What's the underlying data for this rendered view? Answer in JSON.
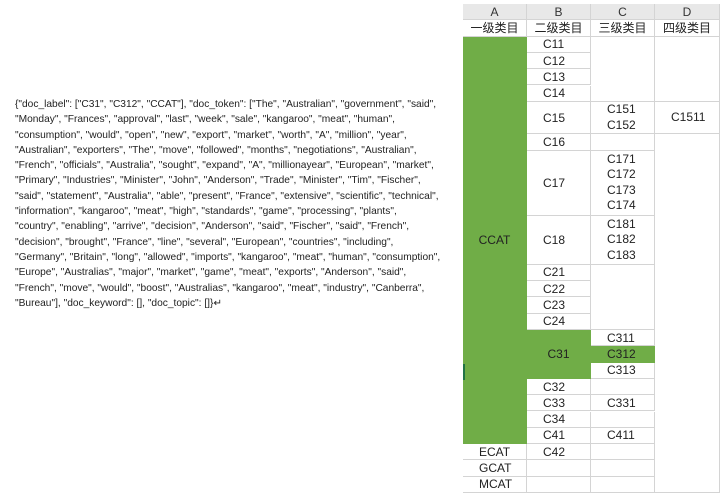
{
  "doc_text": "{\"doc_label\": [\"C31\", \"C312\", \"CCAT\"], \"doc_token\": [\"The\", \"Australian\", \"government\", \"said\", \"Monday\", \"Frances\", \"approval\", \"last\", \"week\", \"sale\", \"kangaroo\", \"meat\", \"human\", \"consumption\", \"would\", \"open\", \"new\", \"export\", \"market\", \"worth\", \"A\", \"million\", \"year\", \"Australian\", \"exporters\", \"The\", \"move\", \"followed\", \"months\", \"negotiations\", \"Australian\", \"French\", \"officials\", \"Australia\", \"sought\", \"expand\", \"A\", \"millionayear\", \"European\", \"market\", \"Primary\", \"Industries\", \"Minister\", \"John\", \"Anderson\", \"Trade\", \"Minister\", \"Tim\", \"Fischer\", \"said\", \"statement\", \"Australia\", \"able\", \"present\", \"France\", \"extensive\", \"scientific\", \"technical\", \"information\", \"kangaroo\", \"meat\", \"high\", \"standards\", \"game\", \"processing\", \"plants\", \"country\", \"enabling\", \"arrive\", \"decision\", \"Anderson\", \"said\", \"Fischer\", \"said\", \"French\", \"decision\", \"brought\", \"France\", \"line\", \"several\", \"European\", \"countries\", \"including\", \"Germany\", \"Britain\", \"long\", \"allowed\", \"imports\", \"kangaroo\", \"meat\", \"human\", \"consumption\", \"Europe\", \"Australias\", \"major\", \"market\", \"game\", \"meat\", \"exports\", \"Anderson\", \"said\", \"French\", \"move\", \"would\", \"boost\", \"Australias\", \"kangaroo\", \"meat\", \"industry\", \"Canberra\", \"Bureau\"], \"doc_keyword\": [], \"doc_topic\": []}↵",
  "spreadsheet": {
    "column_letters": [
      "A",
      "B",
      "C",
      "D"
    ],
    "headers": [
      "一级类目",
      "二级类目",
      "三级类目",
      "四级类目"
    ],
    "level1": {
      "ccat": "CCAT",
      "ecat": "ECAT",
      "gcat": "GCAT",
      "mcat": "MCAT"
    },
    "level2": [
      "C11",
      "C12",
      "C13",
      "C14",
      "C15",
      "C16",
      "C17",
      "C18",
      "C21",
      "C22",
      "C23",
      "C24",
      "C31",
      "C32",
      "C33",
      "C34",
      "C41",
      "C42"
    ],
    "level3": {
      "c15": [
        "C151",
        "C152"
      ],
      "c17": [
        "C171",
        "C172",
        "C173",
        "C174"
      ],
      "c18": [
        "C181",
        "C182",
        "C183"
      ],
      "c31": [
        "C311",
        "C312",
        "C313"
      ],
      "c33": "C331",
      "c41": "C411"
    },
    "level4": {
      "c151": "C1511"
    },
    "highlight_color": "#70ad47"
  }
}
